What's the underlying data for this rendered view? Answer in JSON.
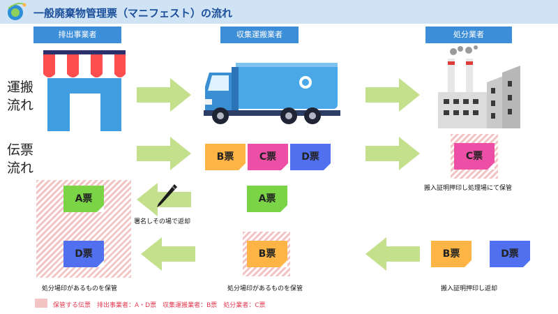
{
  "header": {
    "title": "一般廃棄物管理票（マニフェスト）の流れ"
  },
  "roles": {
    "discharger": "排出事業者",
    "collector": "収集運搬業者",
    "disposer": "処分業者"
  },
  "rows": {
    "transport": [
      "運搬",
      "流れ"
    ],
    "slip": [
      "伝票",
      "流れ"
    ]
  },
  "slips": {
    "a": "A票",
    "b": "B票",
    "c": "C票",
    "d": "D票"
  },
  "captions": {
    "disposer_keep": "搬入証明押印し処理場にて保管",
    "sign_return": "署名しその場で返却",
    "disposer_return": "搬入証明押印し返却",
    "collector_keep": "処分場印があるものを保管",
    "discharger_keep": "処分場印があるものを保管"
  },
  "legend": {
    "text": "保管する伝票　排出事業者：A・D票　収集運搬業者：B票　処分業者：C票"
  },
  "colors": {
    "slip_a": "#7ad445",
    "slip_b": "#ffb545",
    "slip_c": "#ee4fa6",
    "slip_d": "#5170f0",
    "arrow": "#c5e08c",
    "role": "#3d8ed8"
  }
}
